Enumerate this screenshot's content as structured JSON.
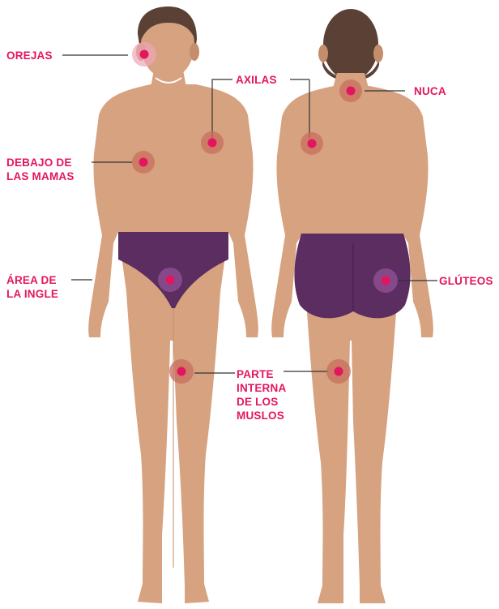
{
  "colors": {
    "skin": "#d6a27f",
    "skin_shadow": "#c48d6b",
    "hair": "#5b4135",
    "underwear": "#5b2d60",
    "accent": "#e4155f",
    "leader_line": "#333333"
  },
  "labels": {
    "orejas": "OREJAS",
    "axilas": "AXILAS",
    "nuca": "NUCA",
    "debajo_mamas": [
      "DEBAJO DE",
      "LAS MAMAS"
    ],
    "area_ingle": [
      "ÁREA DE",
      "LA INGLE"
    ],
    "gluteos": "GLÚTEOS",
    "parte_interna_muslos": [
      "PARTE",
      "INTERNA",
      "DE LOS",
      "MUSLOS"
    ]
  }
}
